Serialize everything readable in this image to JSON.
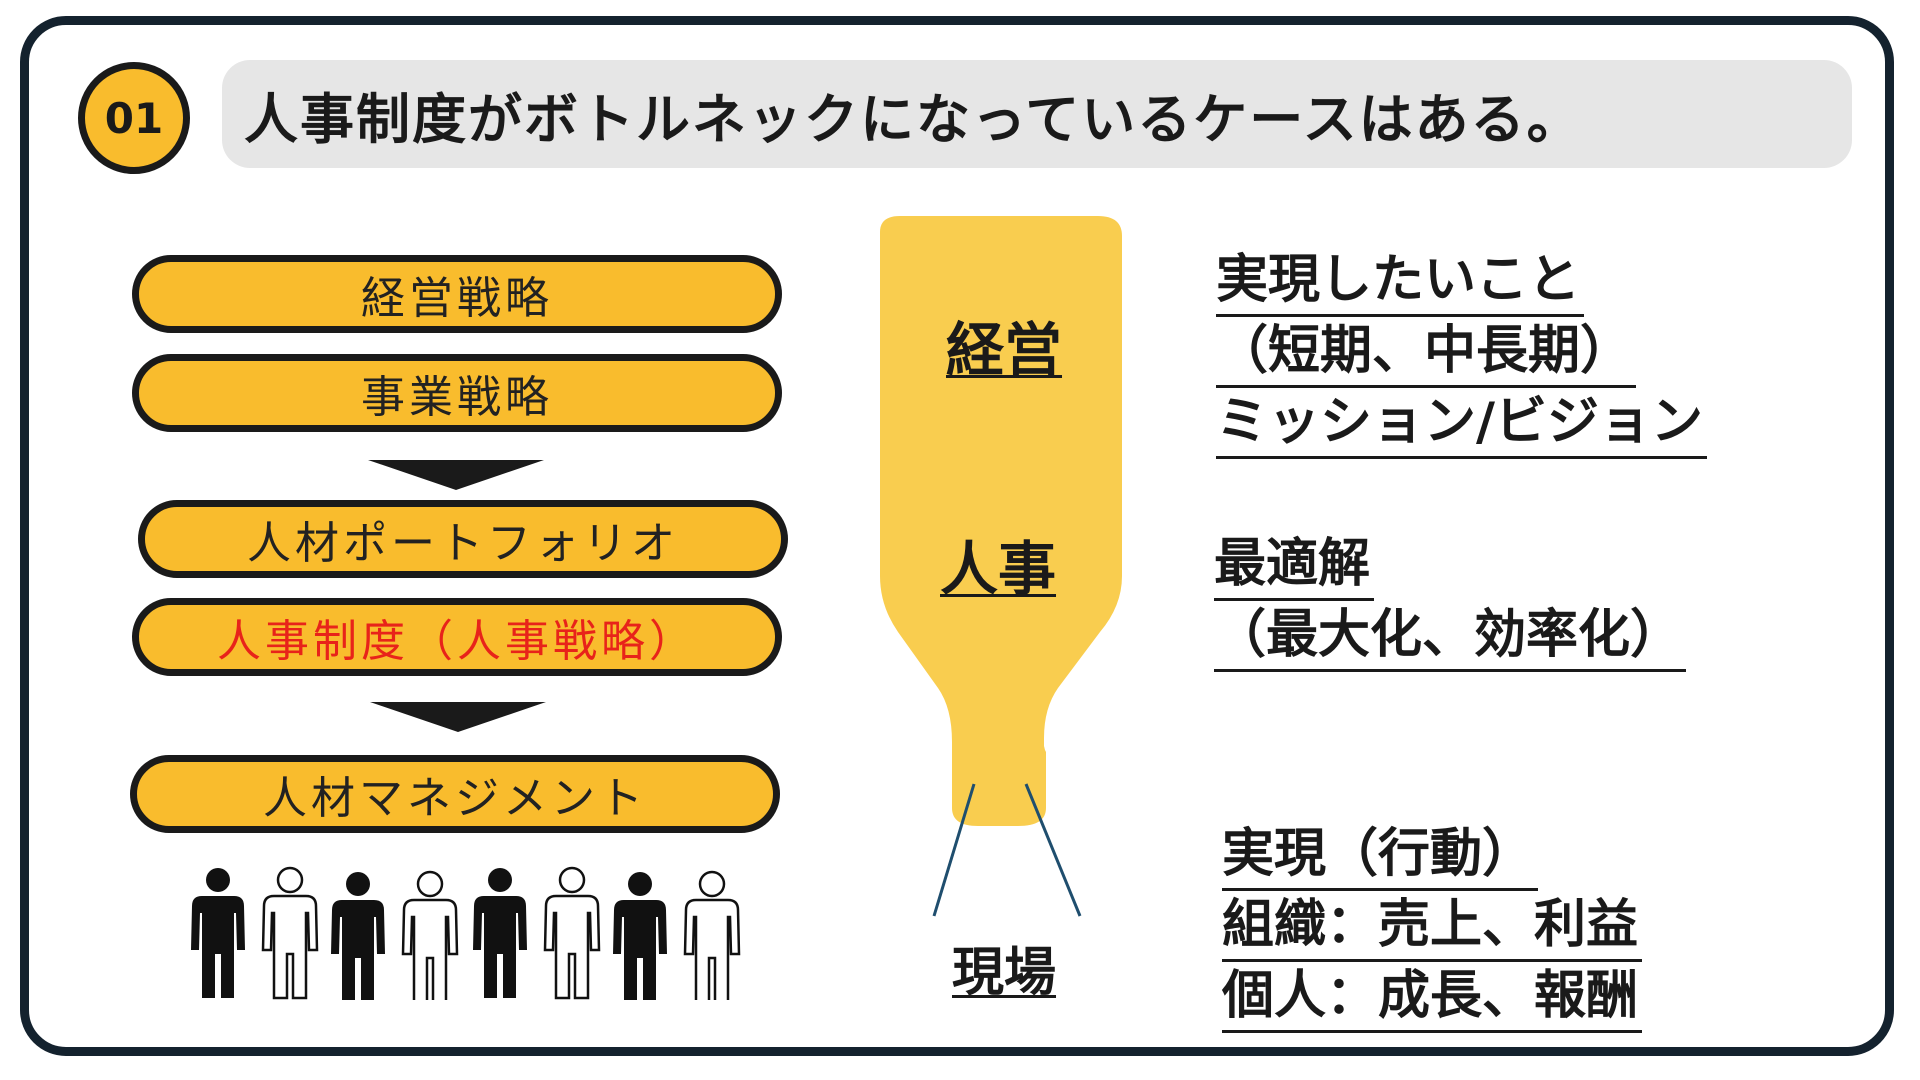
{
  "header": {
    "number": "01",
    "title": "人事制度がボトルネックになっているケースはある。"
  },
  "hierarchy": {
    "items": [
      {
        "label": "経営戦略",
        "highlight": false
      },
      {
        "label": "事業戦略",
        "highlight": false
      },
      {
        "label": "人材ポートフォリオ",
        "highlight": false
      },
      {
        "label": "人事制度（人事戦略）",
        "highlight": true
      },
      {
        "label": "人材マネジメント",
        "highlight": false
      }
    ]
  },
  "bottle": {
    "top_label": "経営",
    "middle_label": "人事",
    "bottom_label": "現場"
  },
  "notes": {
    "top": [
      "実現したいこと",
      "（短期、中長期）",
      "ミッション/ビジョン"
    ],
    "middle": [
      "最適解",
      "（最大化、効率化）"
    ],
    "bottom": [
      "実現（行動）",
      "組織：売上、利益",
      "個人：成長、報酬"
    ]
  },
  "colors": {
    "accent": "#f9bc2d",
    "bottle": "#f9cd4f",
    "highlight_text": "#e8231a",
    "frame": "#14222e"
  }
}
